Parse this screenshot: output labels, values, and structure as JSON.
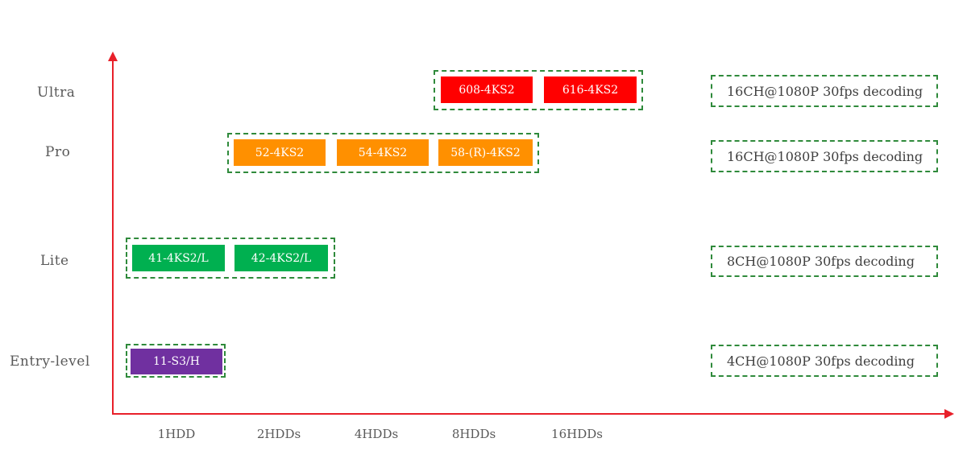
{
  "tiers": [
    {
      "label": "Ultra"
    },
    {
      "label": "Pro"
    },
    {
      "label": "Lite"
    },
    {
      "label": "Entry-level"
    }
  ],
  "hdd_levels": [
    "1HDD",
    "2HDDs",
    "4HDDs",
    "8HDDs",
    "16HDDs"
  ],
  "models": {
    "ultra": [
      "608-4KS2",
      "616-4KS2"
    ],
    "pro": [
      "52-4KS2",
      "54-4KS2",
      "58-(R)-4KS2"
    ],
    "lite": [
      "41-4KS2/L",
      "42-4KS2/L"
    ],
    "entry": [
      "11-S3/H"
    ]
  },
  "decoding": {
    "ultra": "16CH@1080P 30fps decoding",
    "pro": "16CH@1080P 30fps decoding",
    "lite": "8CH@1080P 30fps decoding",
    "entry": "4CH@1080P 30fps decoding"
  },
  "colors": {
    "ultra": "#ff0000",
    "pro": "#ff9000",
    "lite": "#00b050",
    "entry": "#7030a0",
    "axis": "#e8202a",
    "frame": "#2f8a3b"
  }
}
